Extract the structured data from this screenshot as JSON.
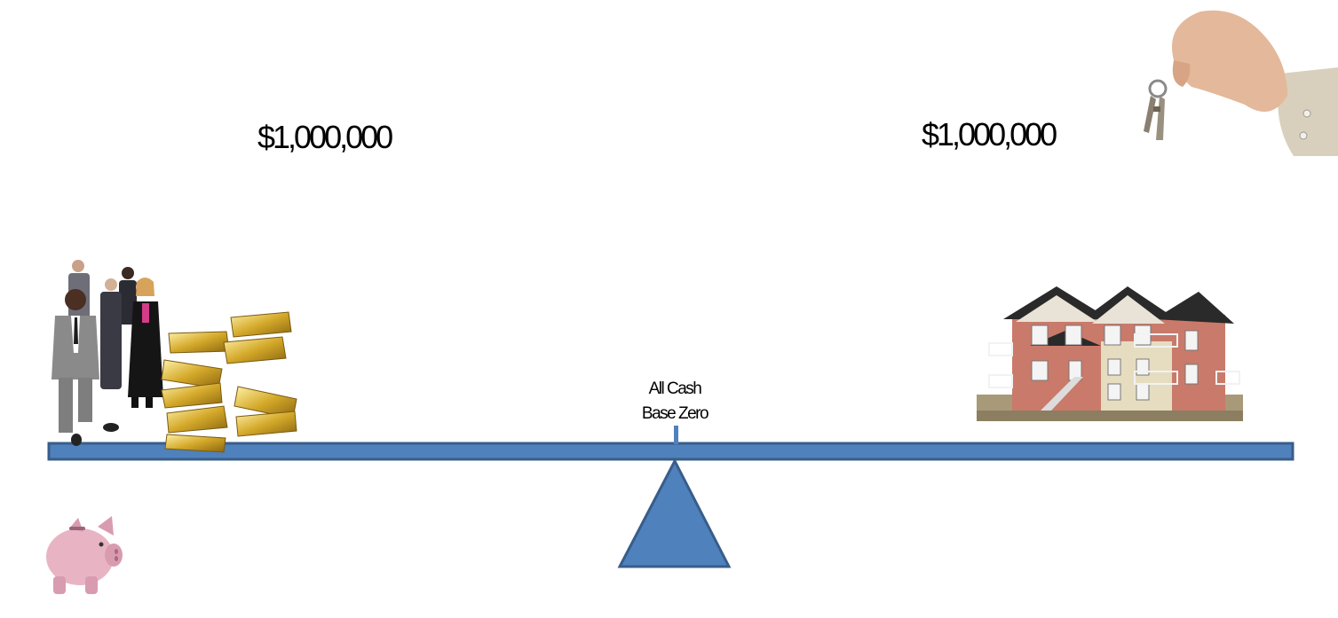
{
  "left_side": {
    "amount": "$1,000,000"
  },
  "right_side": {
    "amount": "$1,000,000"
  },
  "fulcrum": {
    "label_line1": "All Cash",
    "label_line2": "Base Zero"
  },
  "icons": {
    "people": "business-people-group-icon",
    "gold": "gold-bars-icon",
    "piggy": "piggy-bank-icon",
    "house": "apartment-building-icon",
    "keys": "hand-with-keys-icon"
  },
  "colors": {
    "beam": "#4f81bd",
    "beam_border": "#385d8a",
    "piggy": "#e8b4c4",
    "gold": "#d4a92a",
    "brick": "#c97a6a"
  }
}
